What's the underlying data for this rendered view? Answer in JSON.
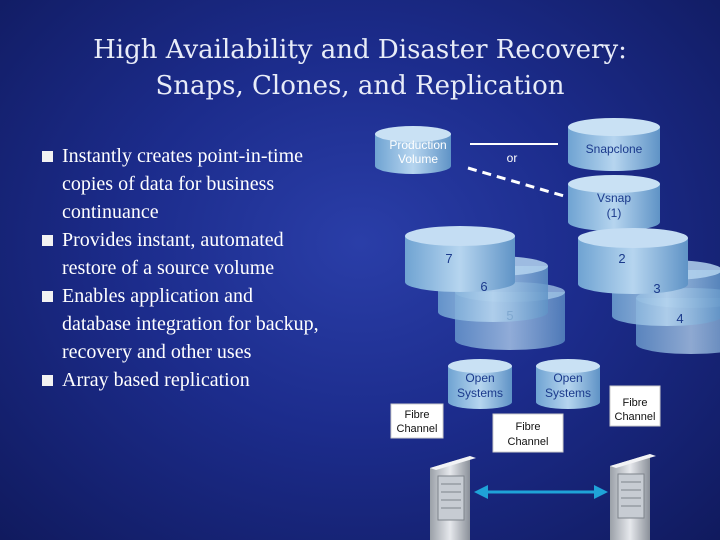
{
  "title": {
    "line1": "High Availability and Disaster Recovery:",
    "line2": "Snaps, Clones, and Replication"
  },
  "bullets": [
    {
      "lines": [
        "Instantly creates point-in-time",
        "copies of data for business",
        "continuance"
      ]
    },
    {
      "lines": [
        "Provides instant, automated",
        "restore of a source volume"
      ]
    },
    {
      "lines": [
        "Enables application and",
        "database integration for backup,",
        "recovery and other uses"
      ]
    },
    {
      "lines": [
        "Array based replication"
      ]
    }
  ],
  "diagram": {
    "production_volume": [
      "Production",
      "Volume"
    ],
    "or_label": "or",
    "snapclone": "Snapclone",
    "vsnap": [
      "Vsnap",
      "(1)"
    ],
    "disk_numbers": [
      "7",
      "2",
      "6",
      "3",
      "5",
      "4"
    ],
    "open_systems_left": [
      "Open",
      "Systems"
    ],
    "open_systems_right": [
      "Open",
      "Systems"
    ],
    "fibre_left": [
      "Fibre",
      "Channel"
    ],
    "fibre_center": [
      "Fibre",
      "Channel"
    ],
    "fibre_right": [
      "Fibre",
      "Channel"
    ]
  },
  "colors": {
    "background": "#1c2c8c",
    "disk_light": "#b9d7ef",
    "disk_dark": "#7fb2dc",
    "disk_text": "#1b3a8c",
    "arrow": "#1fa3d8"
  }
}
